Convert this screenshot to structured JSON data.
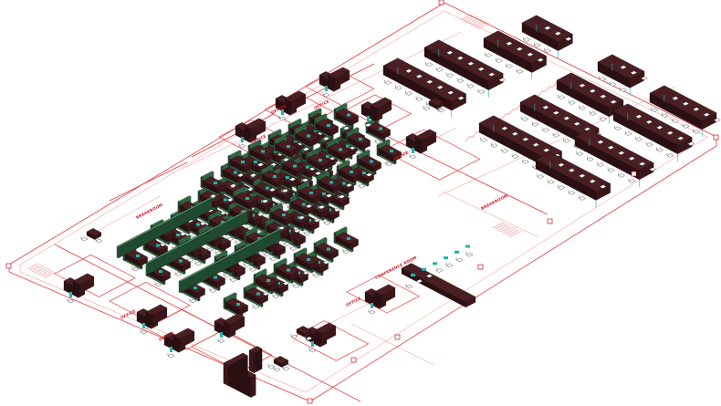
{
  "drawing": {
    "room_labels": {
      "office_1": "OFFICE",
      "office_2": "OFFICE",
      "office_3": "OFFICE",
      "office_4": "OFFICE",
      "office_5": "OFFICE",
      "office_6": "OFFICE",
      "office_7": "OFFICE",
      "breakroom_left": "BREAKROOM",
      "breakroom_right": "BREAKROOM",
      "conference": "CONFERENCE ROOM"
    },
    "colors": {
      "linework": "#e83c3c",
      "desk_top": "#4a1f23",
      "panel_green": "#2e6b45",
      "accent_teal": "#21b3a8",
      "chair": "#ffffff"
    }
  }
}
